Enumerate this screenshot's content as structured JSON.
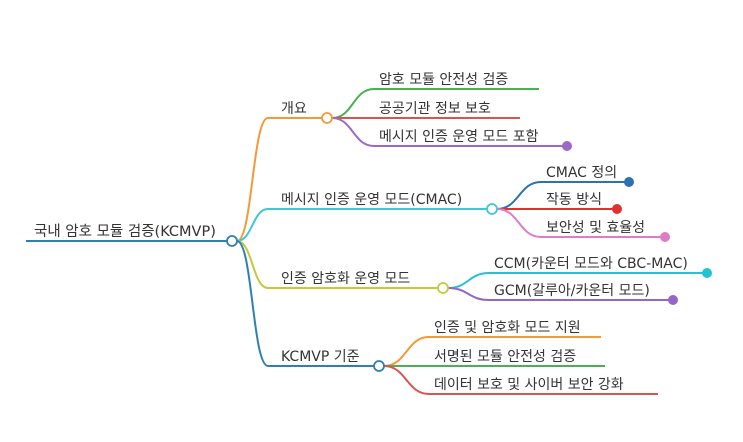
{
  "root": {
    "label": "국내 암호 모듈 검증(KCMVP)",
    "color": "#2f7fb4"
  },
  "branches": [
    {
      "label": "개요",
      "color": "#f29a38",
      "children": [
        {
          "label": "암호 모듈 안전성 검증",
          "color": "#4caf50",
          "end_dot": false
        },
        {
          "label": "공공기관 정보 보호",
          "color": "#d9534f",
          "end_dot": false
        },
        {
          "label": "메시지 인증 운영 모드 포함",
          "color": "#9c6ac4",
          "end_dot": true
        }
      ]
    },
    {
      "label": "메시지 인증 운영 모드(CMAC)",
      "color": "#3dc8d4",
      "children": [
        {
          "label": "CMAC 정의",
          "color": "#2a73b3",
          "end_dot": true
        },
        {
          "label": "작동 방식",
          "color": "#e03030",
          "end_dot": true
        },
        {
          "label": "보안성 및 효율성",
          "color": "#e07cc6",
          "end_dot": true
        }
      ]
    },
    {
      "label": "인증 암호화 운영 모드",
      "color": "#c8c83c",
      "children": [
        {
          "label": "CCM(카운터 모드와 CBC-MAC)",
          "color": "#22c4d1",
          "end_dot": true
        },
        {
          "label": "GCM(갈루아/카운터 모드)",
          "color": "#9466c8",
          "end_dot": true
        }
      ]
    },
    {
      "label": "KCMVP 기준",
      "color": "#2f7fb4",
      "children": [
        {
          "label": "인증 및 암호화 모드 지원",
          "color": "#f29a38",
          "end_dot": false
        },
        {
          "label": "서명된 모듈 안전성 검증",
          "color": "#4caf50",
          "end_dot": false
        },
        {
          "label": "데이터 보호 및 사이버 보안 강화",
          "color": "#d9534f",
          "end_dot": false
        }
      ]
    }
  ]
}
